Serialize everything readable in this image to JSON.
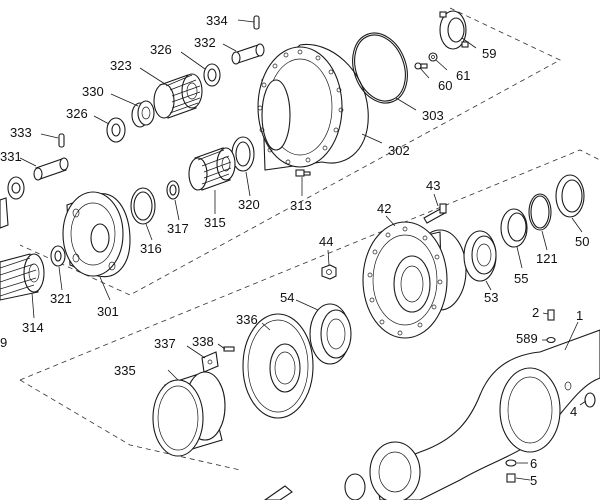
{
  "labels": {
    "p334": "334",
    "p332": "332",
    "p326a": "326",
    "p323": "323",
    "p59": "59",
    "p61": "61",
    "p60": "60",
    "p330": "330",
    "p326b": "326",
    "p303": "303",
    "p333": "333",
    "p331": "331",
    "p302": "302",
    "p43": "43",
    "p320": "320",
    "p313": "313",
    "p317": "317",
    "p315": "315",
    "p316": "316",
    "p42": "42",
    "p44": "44",
    "p50": "50",
    "p121": "121",
    "p55": "55",
    "p53": "53",
    "p54": "54",
    "p321": "321",
    "p314": "314",
    "p301": "301",
    "p9": "9",
    "p2": "2",
    "p1": "1",
    "p336": "336",
    "p337": "337",
    "p338": "338",
    "p589": "589",
    "p335": "335",
    "p4": "4",
    "p6": "6",
    "p5": "5"
  }
}
